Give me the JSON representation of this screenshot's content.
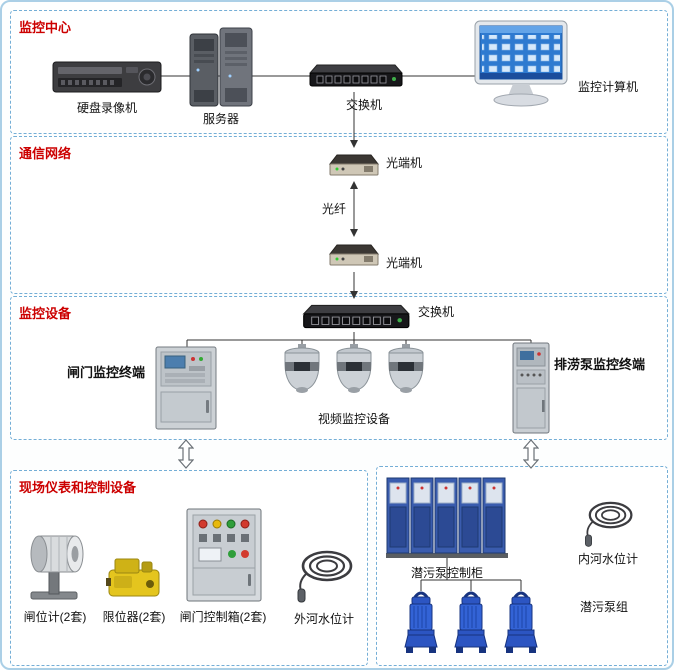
{
  "sections": {
    "monitoring_center": {
      "title": "监控中心"
    },
    "communication_network": {
      "title": "通信网络"
    },
    "monitoring_equipment": {
      "title": "监控设备"
    },
    "field_devices": {
      "title": "现场仪表和控制设备"
    }
  },
  "labels": {
    "dvr": "硬盘录像机",
    "server": "服务器",
    "switch_center": "交换机",
    "monitor_pc": "监控计算机",
    "optical_top": "光端机",
    "fiber": "光纤",
    "optical_bottom": "光端机",
    "switch_field": "交换机",
    "gate_terminal": "闸门监控终端",
    "video_devices": "视频监控设备",
    "pump_terminal": "排涝泵监控终端",
    "gate_meter": "闸位计(2套)",
    "limiter": "限位器(2套)",
    "gate_control_box": "闸门控制箱(2套)",
    "outer_river_gauge": "外河水位计",
    "pump_cabinet": "潜污泵控制柜",
    "inner_river_gauge": "内河水位计",
    "pump_group": "潜污泵组"
  },
  "colors": {
    "section_title": "#cc0000",
    "dashed_border": "#74aed6",
    "connector_line": "#333333",
    "pump_blue": "#2c55c2",
    "cabinet_blue": "#3a5cae",
    "limiter_yellow": "#e4c51e"
  }
}
